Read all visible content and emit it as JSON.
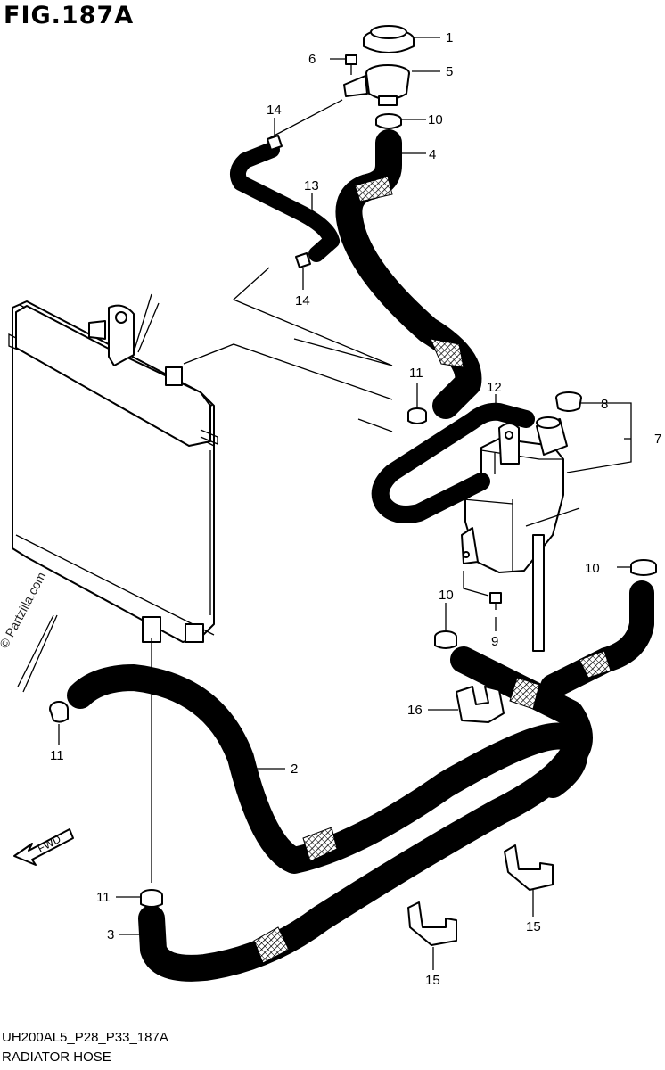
{
  "figure": {
    "title": "FIG.187A",
    "code": "UH200AL5_P28_P33_187A",
    "name": "RADIATOR HOSE",
    "watermark": "© Partzilla.com",
    "fwd_label": "FWD"
  },
  "callouts": [
    {
      "id": "c1",
      "text": "1"
    },
    {
      "id": "c5",
      "text": "5"
    },
    {
      "id": "c6",
      "text": "6"
    },
    {
      "id": "c10a",
      "text": "10"
    },
    {
      "id": "c14a",
      "text": "14"
    },
    {
      "id": "c4",
      "text": "4"
    },
    {
      "id": "c13",
      "text": "13"
    },
    {
      "id": "c14b",
      "text": "14"
    },
    {
      "id": "c11a",
      "text": "11"
    },
    {
      "id": "c12",
      "text": "12"
    },
    {
      "id": "c8",
      "text": "8"
    },
    {
      "id": "c7",
      "text": "7"
    },
    {
      "id": "c10b",
      "text": "10"
    },
    {
      "id": "c10c",
      "text": "10"
    },
    {
      "id": "c9",
      "text": "9"
    },
    {
      "id": "c16",
      "text": "16"
    },
    {
      "id": "c11b",
      "text": "11"
    },
    {
      "id": "c2",
      "text": "2"
    },
    {
      "id": "c11c",
      "text": "11"
    },
    {
      "id": "c3",
      "text": "3"
    },
    {
      "id": "c15a",
      "text": "15"
    },
    {
      "id": "c15b",
      "text": "15"
    }
  ]
}
